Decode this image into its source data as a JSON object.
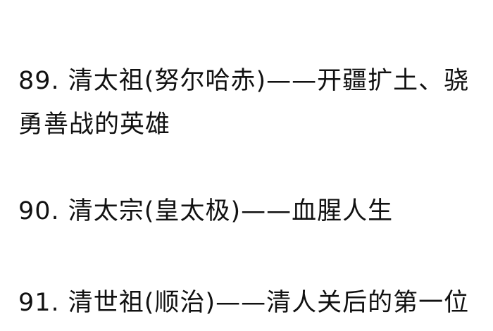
{
  "entries": [
    {
      "line1": "89. 清太祖(努尔哈赤)——开疆扩土、骁",
      "line2": "勇善战的英雄"
    },
    {
      "line1": "90. 清太宗(皇太极)——血腥人生"
    },
    {
      "line1": "91. 清世祖(顺治)——清人关后的第一位"
    }
  ]
}
